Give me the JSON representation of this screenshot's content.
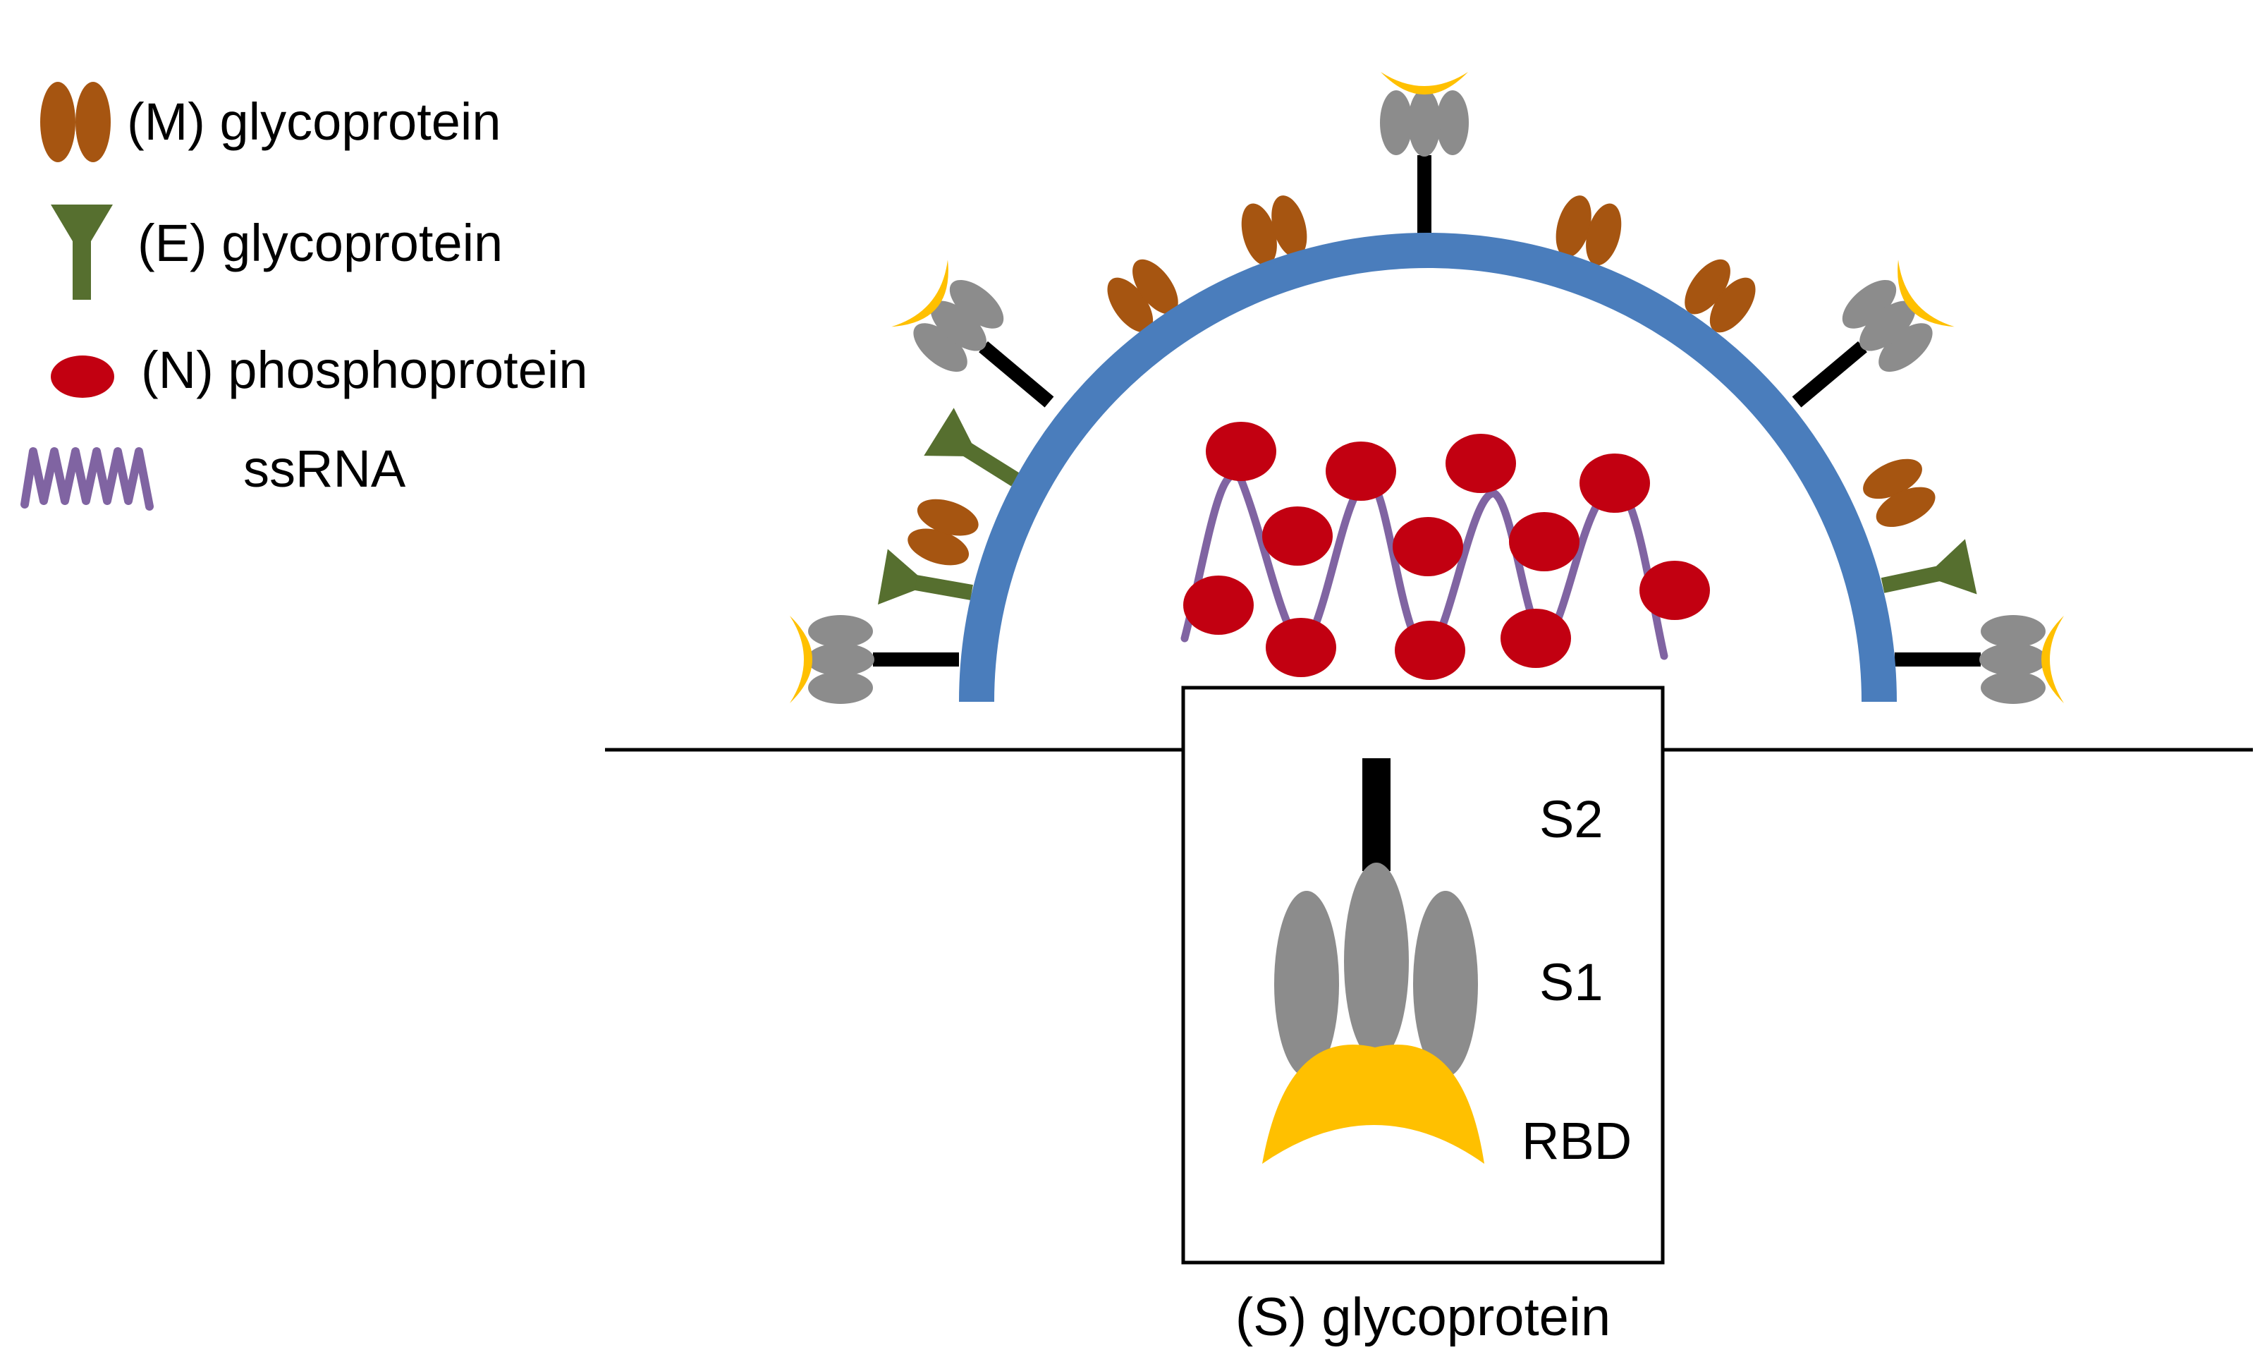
{
  "legend": {
    "m_label": "(M) glycoprotein",
    "e_label": "(E) glycoprotein",
    "n_label": "(N) phosphoprotein",
    "rna_label": "ssRNA"
  },
  "inset": {
    "s2_label": "S2",
    "s1_label": "S1",
    "rbd_label": "RBD",
    "caption": "(S) glycoprotein"
  },
  "colors": {
    "m_protein": "#a65511",
    "e_protein": "#566f2f",
    "n_protein": "#c20011",
    "rna": "#8064a2",
    "envelope": "#4a7dbc",
    "spike_s1": "#8c8c8c",
    "spike_rbd": "#ffc000",
    "spike_stalk": "#000000"
  },
  "icons": {
    "m": "m-glycoprotein-icon",
    "e": "e-glycoprotein-icon",
    "n": "n-phosphoprotein-icon",
    "rna": "ssrna-icon"
  }
}
